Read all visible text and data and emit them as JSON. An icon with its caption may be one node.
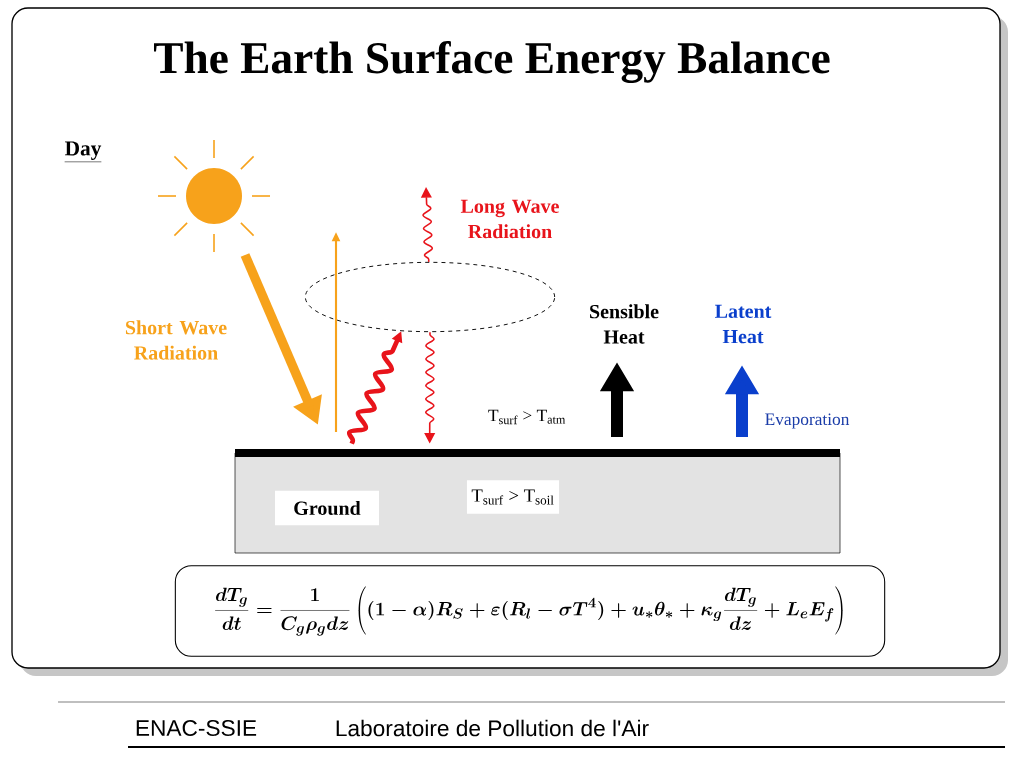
{
  "diagram": {
    "title": "The Earth Surface Energy Balance",
    "nodes": [
      {
        "text": [],
        "shape": "box"
      },
      {
        "text": [
          "Ground"
        ],
        "in": 0
      },
      {
        "text": [
          "T$_{surf}$ > T$_{soil}$"
        ],
        "in": 0
      },
      {
        "text": [],
        "shape": "ellipse"
      },
      {
        "text": [
          "\\frac{dT_g}{dt}=\\frac{1}{C_g\\rho_g dz}\\left((1-\\alpha)R_S+\\varepsilon(R_l-\\sigma T^4)+u_*\\theta_*+\\kappa_g\\frac{dT_g}{dz}+L_eE_f\\right)"
        ]
      }
    ],
    "edges": [
      {
        "from": 0,
        "to": 3,
        "arrow": "to",
        "style": "thick"
      },
      {
        "from": 3,
        "to": 0,
        "arrow": "to"
      },
      {
        "from": 3,
        "to": null,
        "arrow": "to"
      }
    ],
    "labels": [
      "Day",
      "Short Wave Radiation",
      "Long Wave Radiation",
      "Sensible Heat",
      "Latent Heat",
      "T$_{surf}$ > T$_{atm}$",
      "Evaporation",
      "ENAC-SSIE",
      "Laboratoire de Pollution de l'Air"
    ]
  }
}
